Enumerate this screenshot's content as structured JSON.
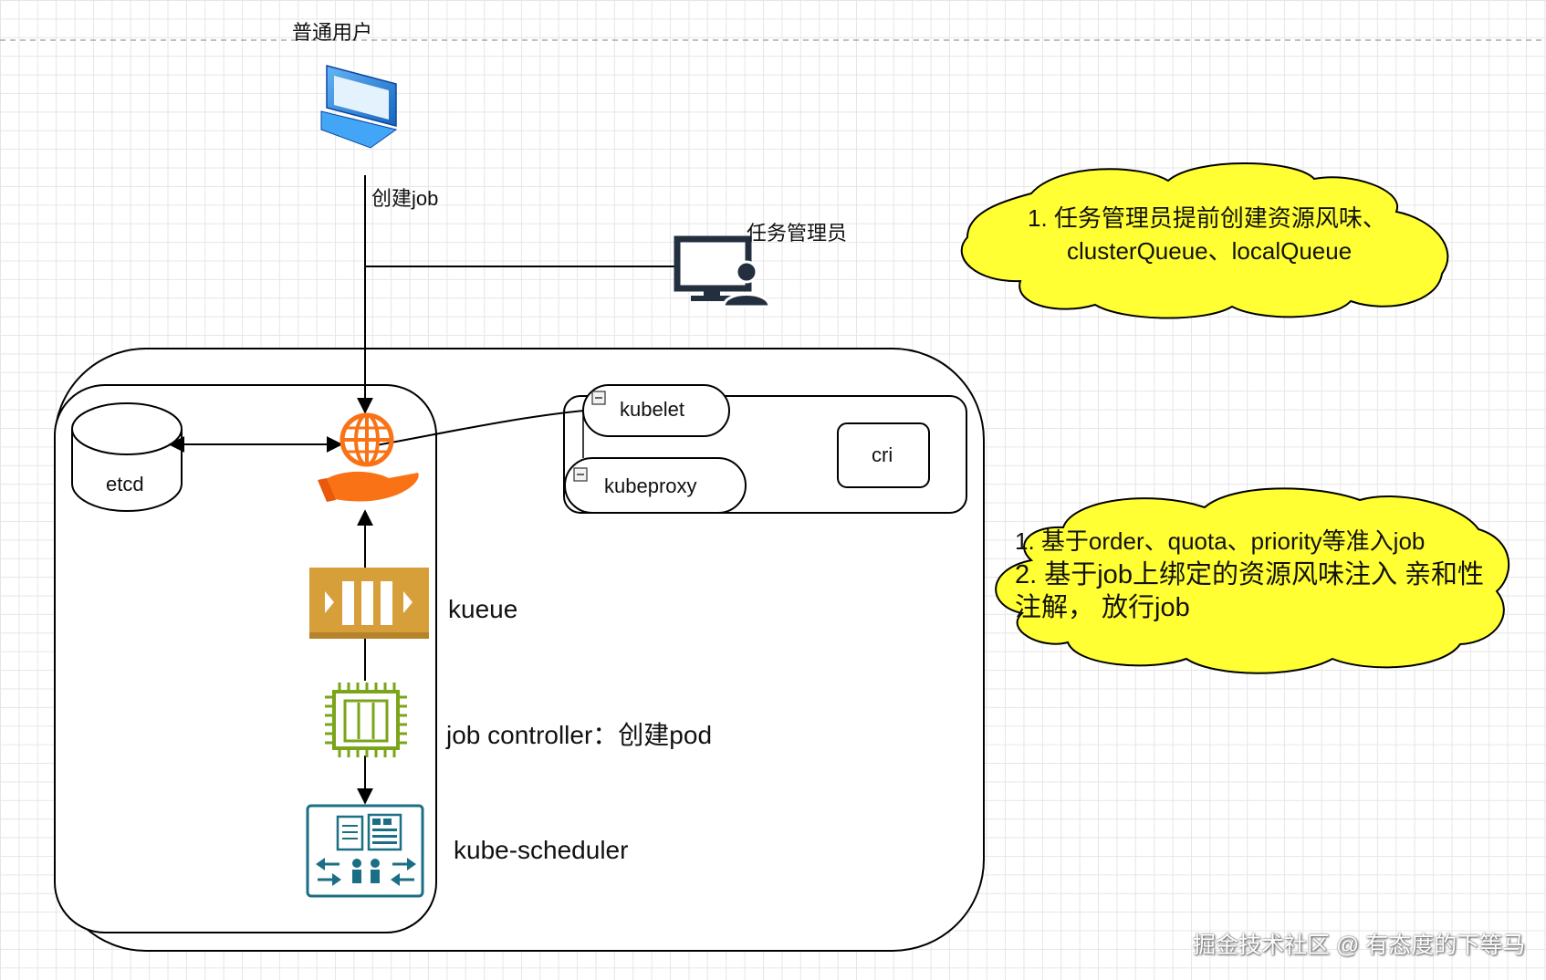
{
  "users": {
    "normal_user": "普通用户",
    "task_admin": "任务管理员"
  },
  "edges": {
    "create_job": "创建job"
  },
  "components": {
    "etcd": "etcd",
    "kubelet": "kubelet",
    "kubeproxy": "kubeproxy",
    "cri": "cri",
    "kueue": "kueue",
    "job_controller": "job controller：创建pod",
    "kube_scheduler": "kube-scheduler"
  },
  "notes": {
    "cloud1_line1": "1. 任务管理员提前创建资源风味、",
    "cloud1_line2": "clusterQueue、localQueue",
    "cloud2_line1": "1. 基于order、quota、priority等准入job",
    "cloud2_line2": "2. 基于job上绑定的资源风味注入 亲和性注解， 放行job"
  },
  "watermark": "掘金技术社区 @ 有态度的下等马",
  "colors": {
    "cloud_fill": "#ffff33",
    "api_server_orange": "#f97316",
    "kueue_gold": "#d69f3a",
    "controller_green": "#7aa41a",
    "scheduler_teal": "#1b6f85",
    "laptop_blue": "#1e88e5"
  }
}
